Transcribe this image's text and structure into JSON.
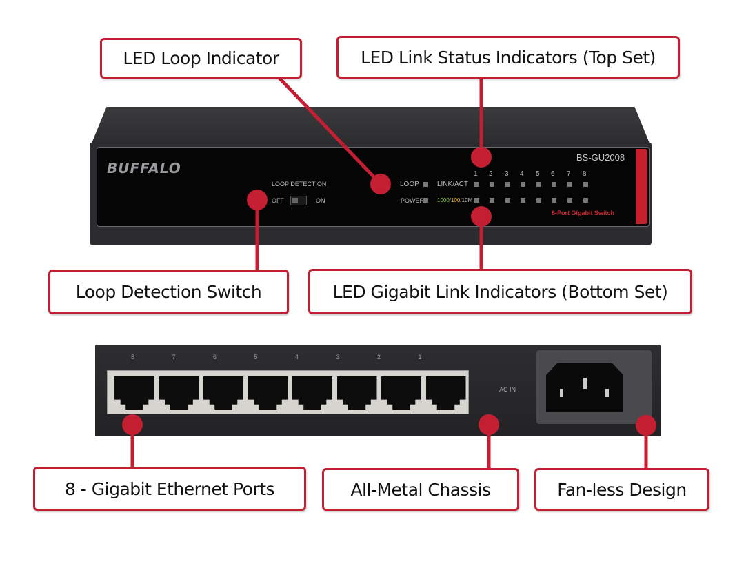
{
  "callouts": {
    "loop_indicator": "LED Loop Indicator",
    "link_status": "LED Link Status Indicators (Top Set)",
    "loop_switch": "Loop Detection Switch",
    "gigabit_link": "LED Gigabit Link Indicators (Bottom Set)",
    "ethernet_ports": "8 - Gigabit Ethernet Ports",
    "metal_chassis": "All-Metal Chassis",
    "fanless": "Fan-less Design"
  },
  "front_panel": {
    "brand": "BUFFALO",
    "model": "BS-GU2008",
    "subtitle": "8-Port Gigabit Switch",
    "loop_detection_label": "LOOP DETECTION",
    "switch_off": "OFF",
    "switch_on": "ON",
    "loop_label": "LOOP",
    "power_label": "POWER",
    "link_act_label": "LINK/ACT",
    "speed_1000": "1000",
    "speed_100": "100",
    "speed_10": "/10M",
    "speed_sep": "/",
    "port_numbers": [
      "1",
      "2",
      "3",
      "4",
      "5",
      "6",
      "7",
      "8"
    ]
  },
  "rear_panel": {
    "port_numbers": [
      "8",
      "7",
      "6",
      "5",
      "4",
      "3",
      "2",
      "1"
    ],
    "ac_label": "AC IN"
  },
  "colors": {
    "accent_red": "#c41e32",
    "speed_1000_color": "#8fd14f",
    "speed_100_color": "#f2b01e"
  }
}
